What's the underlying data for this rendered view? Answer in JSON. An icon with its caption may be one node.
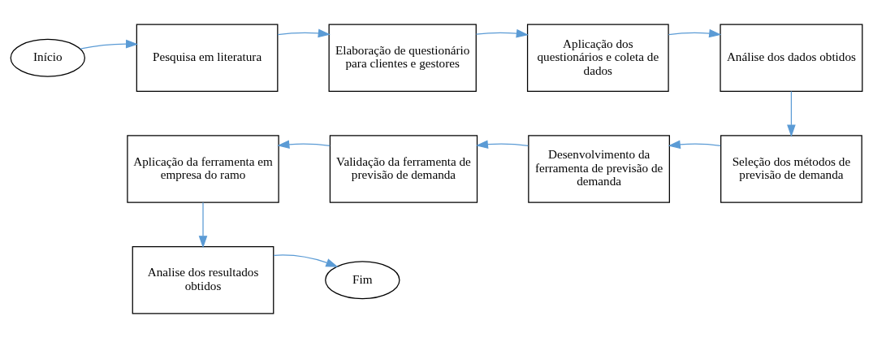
{
  "diagram": {
    "nodes": [
      {
        "text": [
          "Início"
        ]
      },
      {
        "text": [
          "Pesquisa em literatura"
        ]
      },
      {
        "text": [
          "Elaboração de questionário para clientes e gestores"
        ]
      },
      {
        "text": [
          "Aplicação dos questionários e coleta de dados"
        ]
      },
      {
        "text": [
          "Análise dos dados obtidos"
        ]
      },
      {
        "text": [
          "Seleção dos métodos de previsão de demanda"
        ]
      },
      {
        "text": [
          "Desenvolvimento da ferramenta de previsão de demanda"
        ]
      },
      {
        "text": [
          "Validação da ferramenta de previsão de demanda"
        ]
      },
      {
        "text": [
          "Aplicação da ferramenta em empresa do ramo"
        ]
      },
      {
        "text": [
          "Analise dos resultados obtidos"
        ]
      },
      {
        "text": [
          "Fim"
        ]
      }
    ],
    "edges": [
      {
        "from": 0,
        "to": 1,
        "arrow": "to"
      },
      {
        "from": 1,
        "to": 2,
        "arrow": "to"
      },
      {
        "from": 2,
        "to": 3,
        "arrow": "to"
      },
      {
        "from": 3,
        "to": 4,
        "arrow": "to"
      },
      {
        "from": 4,
        "to": 5,
        "arrow": "to"
      },
      {
        "from": 5,
        "to": 6,
        "arrow": "to"
      },
      {
        "from": 6,
        "to": 7,
        "arrow": "to"
      },
      {
        "from": 7,
        "to": 8,
        "arrow": "to"
      },
      {
        "from": 8,
        "to": 9,
        "arrow": "to"
      },
      {
        "from": 9,
        "to": 10,
        "arrow": "to"
      }
    ]
  }
}
